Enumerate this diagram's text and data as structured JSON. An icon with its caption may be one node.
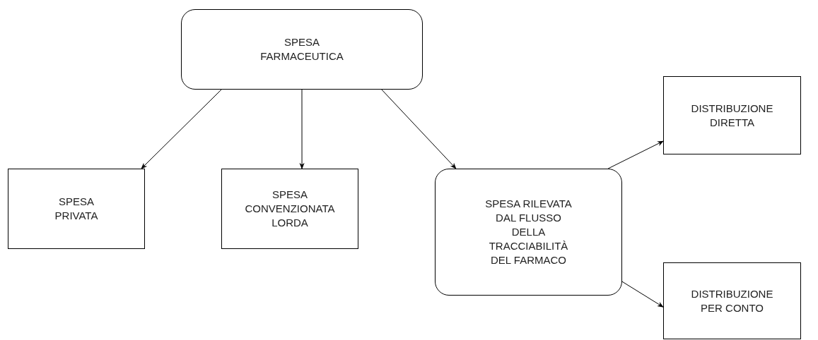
{
  "diagram": {
    "nodes": [
      {
        "text": [
          "SPESA FARMACEUTICA"
        ]
      },
      {
        "text": [
          "SPESA PRIVATA"
        ]
      },
      {
        "text": [
          "SPESA CONVENZIONATA LORDA"
        ]
      },
      {
        "text": [
          "SPESA RILEVATA DAL FLUSSO DELLA TRACCIABILITÀ DEL FARMACO"
        ]
      },
      {
        "text": [
          "DISTRIBUZIONE DIRETTA"
        ]
      },
      {
        "text": [
          "DISTRIBUZIONE PER CONTO"
        ]
      }
    ],
    "edges": [
      {
        "from": 0,
        "to": 1,
        "arrow": "to"
      },
      {
        "from": 0,
        "to": 2,
        "arrow": "to"
      },
      {
        "from": 0,
        "to": 3,
        "arrow": "to"
      },
      {
        "from": 3,
        "to": 4,
        "arrow": "to"
      },
      {
        "from": 3,
        "to": 5,
        "arrow": "to"
      }
    ]
  }
}
